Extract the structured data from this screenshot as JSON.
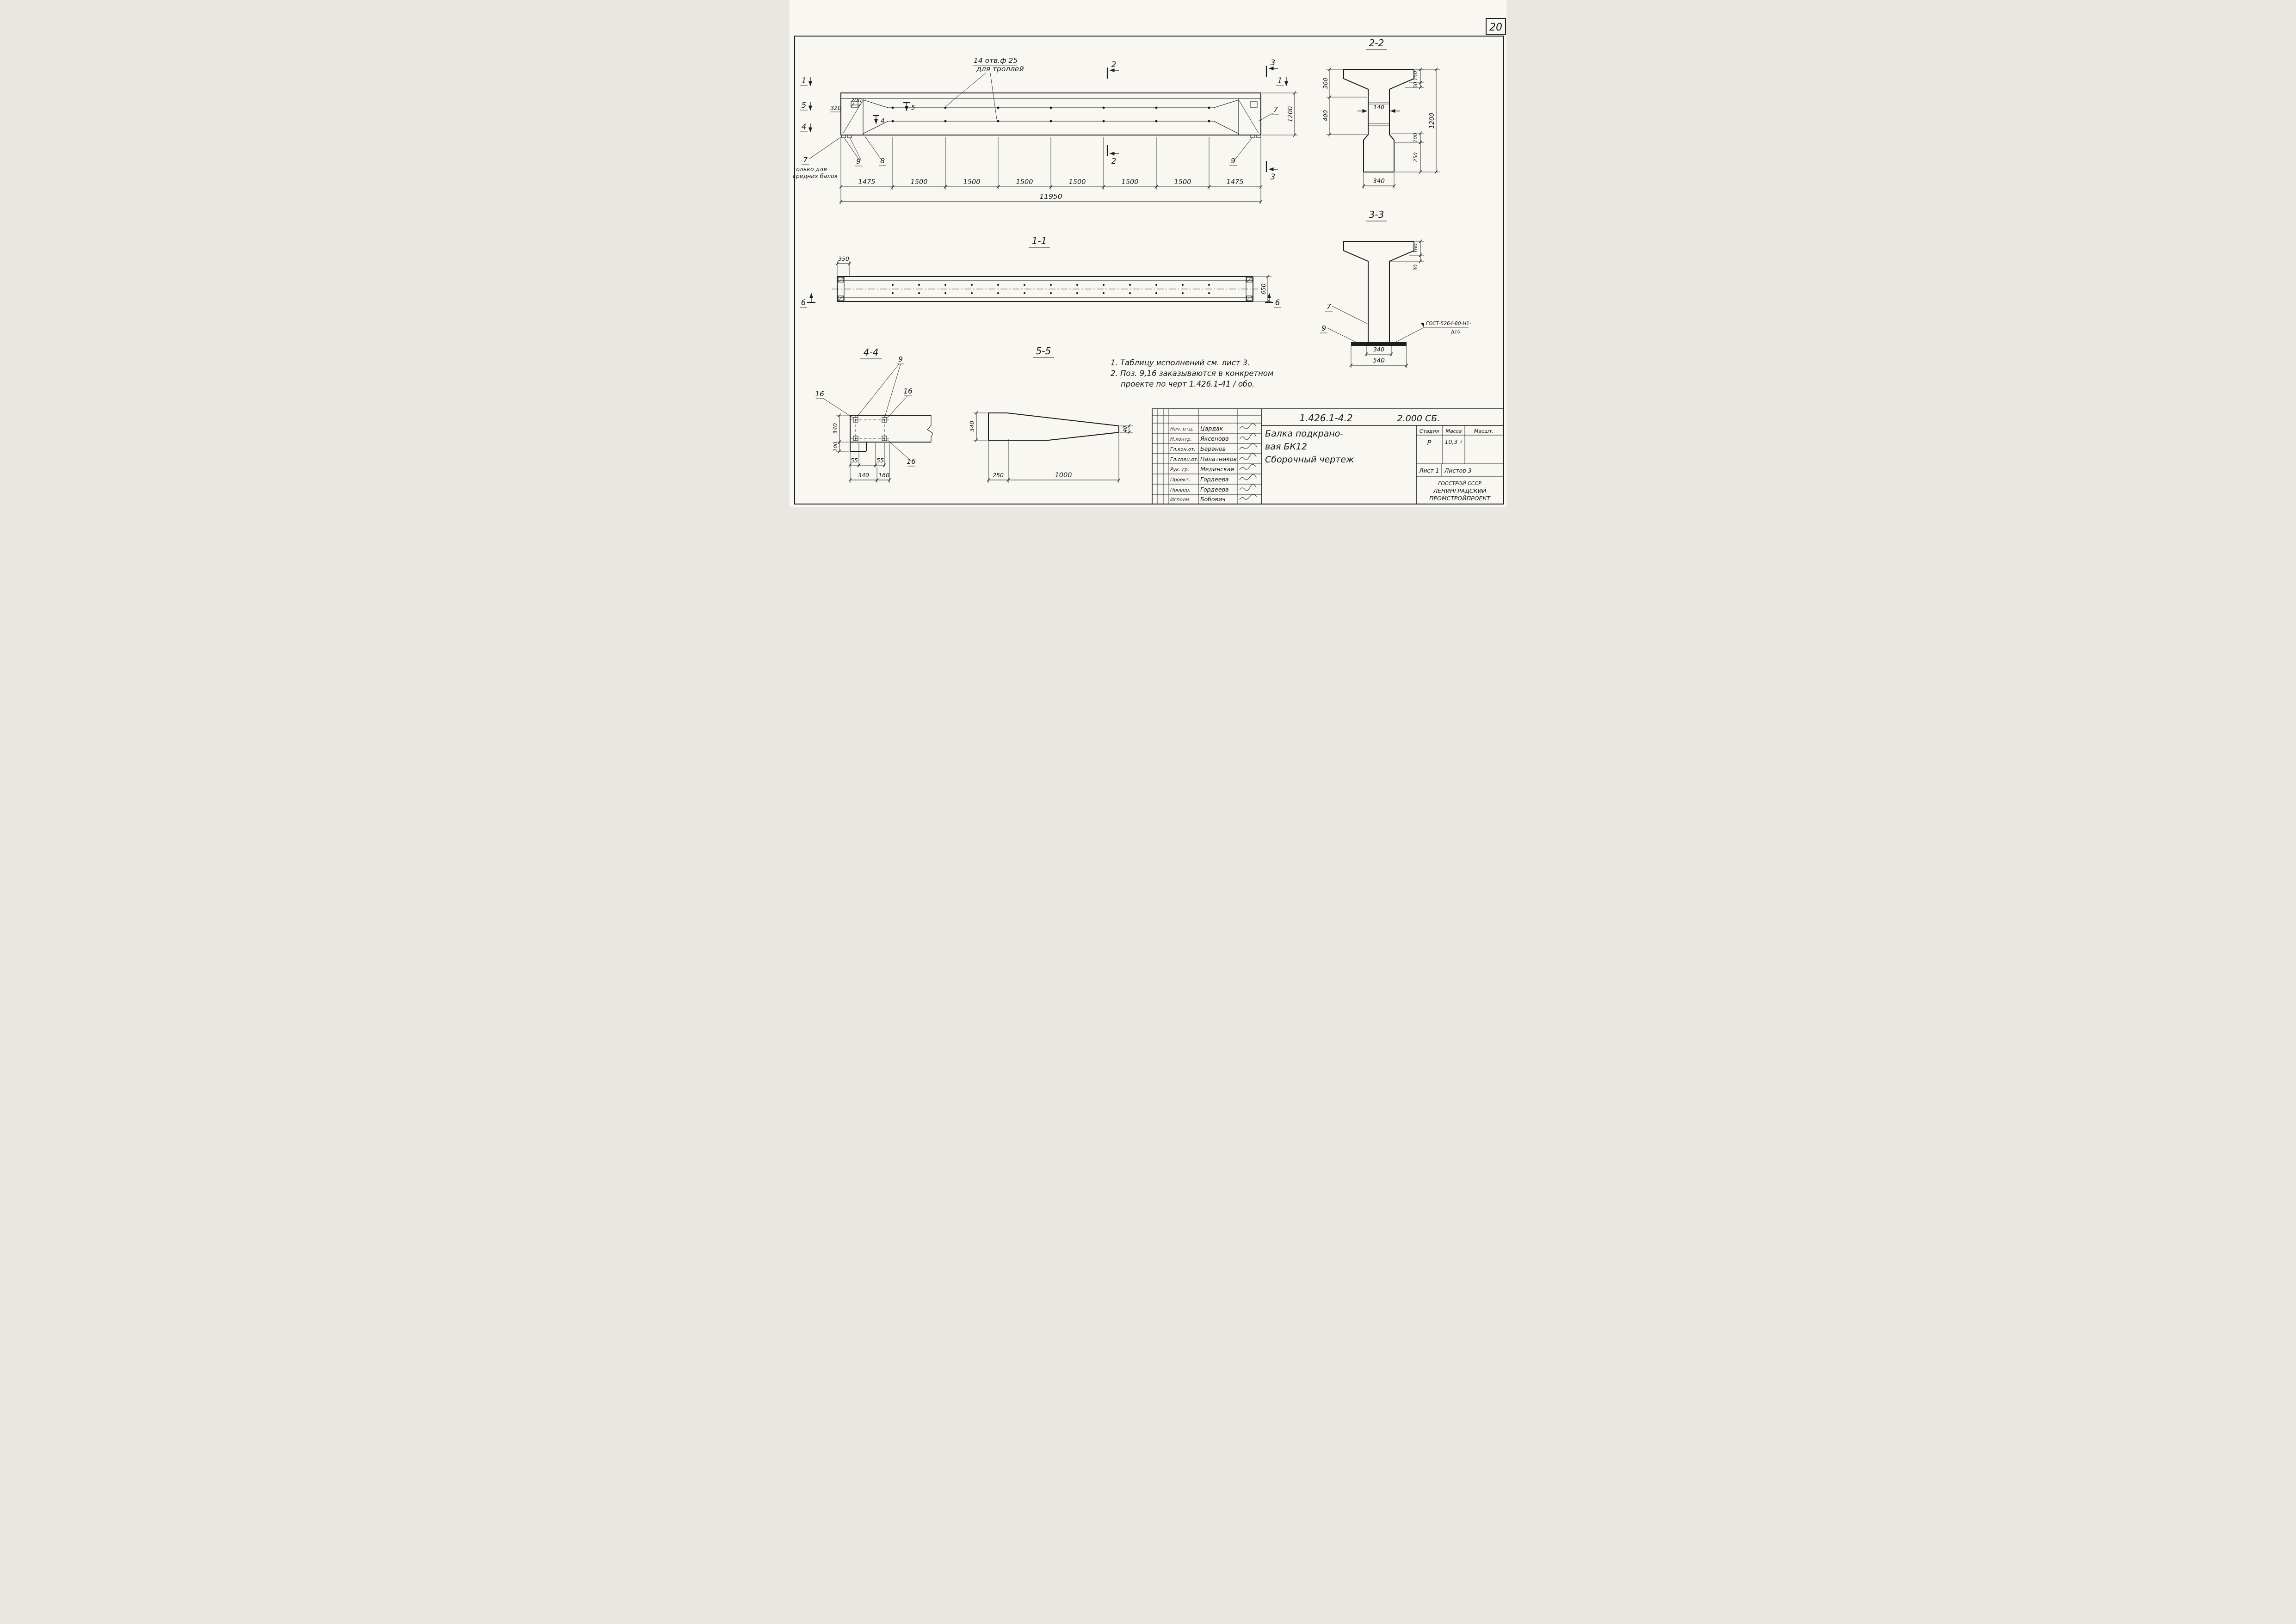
{
  "page_number": "20",
  "main_view": {
    "hole_note_line1": "14 отв.ф 25",
    "hole_note_line2": "для троллей",
    "marker_left_1": "1",
    "marker_left_5": "5",
    "marker_left_4": "4",
    "marker_right_1": "1",
    "marker_2_top": "2",
    "marker_2_bottom": "2",
    "marker_3_top": "3",
    "marker_3_bottom": "3",
    "marker_inner_5": "5",
    "marker_inner_4": "4",
    "label_7_left": "7",
    "note_only_line1": "только для",
    "note_only_line2": "средних балок",
    "label_9_left": "9",
    "label_8": "8",
    "label_7_right": "7",
    "label_9_right": "9",
    "dim_320": "320",
    "dim_200": "200",
    "dim_height_1200": "1200",
    "dim_segments": [
      "1475",
      "1500",
      "1500",
      "1500",
      "1500",
      "1500",
      "1500",
      "1475"
    ],
    "dim_total": "11950"
  },
  "section_2_2": {
    "title": "2-2",
    "dim_300": "300",
    "dim_400": "400",
    "dim_140": "140",
    "dim_150": "150",
    "dim_50": "50",
    "dim_100": "100",
    "dim_250": "250",
    "dim_1200": "1200",
    "dim_340": "340"
  },
  "section_1_1": {
    "title": "1-1",
    "dim_350": "350",
    "dim_650": "650",
    "marker_6_left": "6",
    "marker_6_right": "6"
  },
  "section_3_3": {
    "title": "3-3",
    "dim_160": "160",
    "dim_30": "30",
    "label_7": "7",
    "label_9": "9",
    "weld_note_line1": "ГОСТ-5264-80-Н1-",
    "weld_note_line2": "Δ10",
    "dim_340": "340",
    "dim_540": "540"
  },
  "section_4_4": {
    "title": "4-4",
    "label_9": "9",
    "label_16_top_left": "16",
    "label_16_top_right": "16",
    "label_16_bottom": "16",
    "dim_340_left": "340",
    "dim_100": "100",
    "dim_55_a": "55",
    "dim_55_b": "55",
    "dim_340_bottom": "340",
    "dim_160": "160"
  },
  "section_5_5": {
    "title": "5-5",
    "dim_340": "340",
    "dim_40": "40",
    "dim_250": "250",
    "dim_1000": "1000"
  },
  "notes": {
    "line1": "1. Таблицу исполнений  см. лист 3.",
    "line2": "2. Поз. 9,16 заказываются в конкретном",
    "line3": "проекте по черт 1.426.1-41 / обо."
  },
  "title_block": {
    "doc_number": "1.426.1-4.2",
    "doc_code": "2.000 СБ.",
    "product_line1": "Балка подкрано-",
    "product_line2": "вая БК12",
    "product_line3": "Сборочный  чертеж",
    "col_stage": "Стадия",
    "col_mass": "Масса",
    "col_scale": "Масшт.",
    "stage_value": "Р",
    "mass_value": "10,3 т",
    "sheet": "Лист 1",
    "sheets": "Листов 3",
    "org_line1": "ГОССТРОЙ СССР",
    "org_line2": "ЛЕНИНГРАДСКИЙ",
    "org_line3": "ПРОМСТРОЙПРОЕКТ",
    "rows": [
      {
        "role": "Нач. отд.",
        "name": "Цардак"
      },
      {
        "role": "Н.контр.",
        "name": "Яксенова"
      },
      {
        "role": "Гл.кон.от.",
        "name": "Баранов"
      },
      {
        "role": "Гл.спец.от.",
        "name": "Палатников"
      },
      {
        "role": "Рук. гр.",
        "name": "Мединская"
      },
      {
        "role": "Проект.",
        "name": "Гордеева"
      },
      {
        "role": "Провер.",
        "name": "Гордеева"
      },
      {
        "role": "Исполн.",
        "name": "Бобович"
      }
    ]
  }
}
